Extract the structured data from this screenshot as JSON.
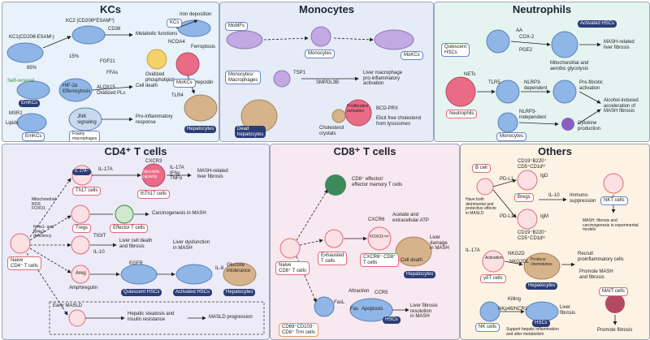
{
  "panels": {
    "kcs": {
      "title": "KCs",
      "kc1": "KC1(CD206ᴸESAMᴸ)",
      "kc2": "KC2 (CD206ʰⁱESAMʰⁱ)",
      "cd36": "CD36",
      "metabolic": "Metabolic functions",
      "pct85": "85%",
      "pct15": "15%",
      "fgf21": "FGF21",
      "selfrenewal": "Self-renewal",
      "emkcs1": "EmKCs",
      "hif": "HIF-2α\nEfferocytosis",
      "ffas": "FFAs",
      "alox": "ALOX15\nOxidized PLs",
      "celldeath": "Cell death",
      "msr1": "MSR1",
      "lipids": "Lipids",
      "jnk": "JNK\nsignaling",
      "emkcs2": "EmKCs",
      "proinflam": "Pro-inflammatory\nresponse",
      "foamy": "Foamy\nmacrophages",
      "kcs_small": "KCs",
      "iron": "Iron deposition",
      "ferroptosis": "Ferroptosis",
      "ncoa": "NCOA4",
      "oxphos": "Oxidized\nphospholipids",
      "hepcidin": "Hepcidin",
      "tlr4": "TLR4",
      "mokcs": "MoKCs",
      "hepatocytes": "Hepatocytes"
    },
    "mono": {
      "title": "Monocytes",
      "momfs": "MoMFs",
      "monocytes": "Monocytes",
      "mokcs": "MoKCs",
      "monomac": "Monocytes/\nMacrophages",
      "tsp1": "TSP1",
      "smpdl": "SMPDL3B",
      "livermac": "Liver macrophage\npro-inflammatory\nactivation",
      "dead": "Dead\nhepatocytes",
      "cholesterol": "Cholesterol\ncrystals",
      "prolif": "Proliferative\nactivation",
      "bcd": "BCD-PRX",
      "elicit": "Elicit free cholesterol\nfrom lysosomes"
    },
    "neut": {
      "title": "Neutrophils",
      "quiescent": "Quiescent\nHSCs",
      "aa": "AA",
      "cox2": "COX-2",
      "pge2": "PGE2",
      "activated": "Activated HSCs",
      "mito": "Mitochondrial and\naerobic glycolysis",
      "mash_fib": "MASH-related\nliver fibrosis",
      "nets": "NETs",
      "tlr5": "TLR5",
      "nlrp3dep": "NLRP3-\ndependent",
      "profib": "Pro-fibrotic\nactivation",
      "alcohol": "Alcohol-induced\nacceleration of\nMASH fibrosis",
      "neutrophils": "Neutrophils",
      "nlrp3indep": "NLRP3-\nindependent",
      "cytokine": "Cytokine\nproduction",
      "monocytes": "Monocytes"
    },
    "cd4": {
      "title": "CD4⁺ T cells",
      "cxcr3": "CXCR3",
      "glyco": "Glycolytic\ncapacity",
      "il17a_cell": "IL-17A⁺",
      "il17a": "IL-17A",
      "th17": "Th17 cells",
      "ihth17": "ihTh17 cells",
      "cytok": "IL-17A\nIFNγ\nTNFα",
      "mash_fib": "MASH-related\nliver fibrosis",
      "mito_ros": "Mitochondrial\nROS\nFOXO1",
      "tregs": "Tregs",
      "effector": "Effector T cells",
      "carcino": "Carcinogenesis in MASH",
      "nr4a": "Nr4a1- and\nNr4a2-\ndeficiency",
      "tigit": "TIGIT",
      "naive": "Naive\nCD4⁺ T cells",
      "il10": "IL-10",
      "lcd_fib": "Liver cell death\nand fibrosis",
      "dysfunction": "Liver dysfunction\nin MASH",
      "egfr": "EGFR",
      "areg": "Areg",
      "amph": "Amphiregulin",
      "il6": "IL-6",
      "glucose": "Glucose\nintolerance",
      "qhsc": "Quiescent HSCs",
      "ahsc": "Activated HSCs",
      "hepatocytes": "Hepatocytes",
      "early": "Early MASLD",
      "steatosis": "Hepatic steatosis and\ninsulin resistance",
      "progression": "MASLD progression"
    },
    "cd8": {
      "title": "CD8⁺ T cells",
      "effmem": "CD8⁺ effector/\neffector memory T cells",
      "acetate": "Acetate and\nextracellular ATP",
      "cxcr6": "CXCR6",
      "foxo1": "FOXO1ʰⁱᵍʰ",
      "naive": "Naive\nCD8⁺ T cells",
      "exhausted": "Exhausted\nT cells",
      "cxcr6cells": "CXCR6⁺ CD8⁺\nT cells",
      "celldeath": "Cell death",
      "damage": "Liver damage\nin MASH",
      "hepatocytes": "Hepatocytes",
      "attraction": "Attraction",
      "ccr5": "CCR5",
      "fasl": "FasL",
      "fas": "Fas",
      "apoptosis": "Apoptosis",
      "hscs": "HSCs",
      "resolution": "Liver fibrosis resolution\nin MASH",
      "trm": "CD69⁺CD103⁻\nCD8⁺ Trm cells"
    },
    "others": {
      "title": "Others",
      "bcell": "B cell",
      "cd19a": "CD19⁺B220⁺\nCD5⁺CD1dʰⁱ",
      "igd": "IgD",
      "igm": "IgM",
      "pdl1a": "PD-L1",
      "pdl1b": "PD-L1",
      "bregs": "Bregs",
      "il10": "IL-10",
      "immuno": "Immuno-\nsuppression",
      "bothroles": "Have both\ndetrimental and\nprotective effects\nin MASLD",
      "cd19b": "CD19⁺B220⁺\nCD5⁺CD1dˡᵒ",
      "nkt": "NKT cells",
      "nktdesc": "MASH, fibrosis and\ncarcinogenesis in experimental models",
      "il17a": "IL-17A",
      "activation": "Activation",
      "nkg2d": "NKG2D",
      "nkg2dl": "NKG2DL",
      "prodchem": "Produce\nchemokines",
      "recruit": "Recruit\nproinflammatory cells",
      "gdt": "γδT cells",
      "hepatocytes": "Hepatocytes",
      "promote": "Promote MASH\nand fibrosis",
      "mait": "MAIT cells",
      "killing": "Killing",
      "nkp46": "NKp46/NCR1",
      "hscs": "HSCs",
      "liverfib": "Liver\nfibrosis",
      "nkcells": "NK cells",
      "support": "Support hepatic inflammation\nand alter metabolism",
      "promotefib": "Promote fibrosis"
    }
  },
  "colors": {
    "kcs_bg": "#e9f1fa",
    "mono_bg": "#e6ecf7",
    "neut_bg": "#e6f4f1",
    "cd4_bg": "#ecebf7",
    "cd8_bg": "#f8e8ef",
    "others_bg": "#fdf3e4",
    "cell_blue": "#8fb6e6",
    "cell_purple": "#c2a9e3",
    "cell_pink": "#e96b86",
    "cell_tan": "#d7b38b",
    "navy": "#2b3d78",
    "arrow_red": "#d3303a",
    "arrow_green": "#3c8a3c"
  }
}
